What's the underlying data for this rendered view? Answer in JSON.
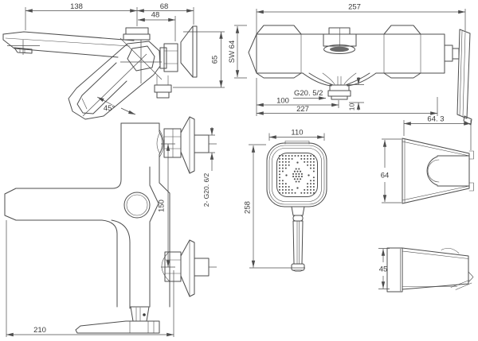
{
  "drawing": {
    "background": "#ffffff",
    "line_color": "#4d4d4d",
    "text_color": "#3a3a3a",
    "views": {
      "faucet_side": {
        "d138": "138",
        "d68": "68",
        "d48": "48",
        "d65": "65",
        "angle": "45°"
      },
      "mixer_front": {
        "d257": "257",
        "sw64": "SW 64",
        "thread": "G20. 5/2",
        "d100": "100",
        "d227": "227",
        "d10": "10"
      },
      "mixer_side": {
        "thread": "2- G20. 6/2",
        "d150": "150",
        "d210": "210"
      },
      "hand_shower": {
        "d110": "110",
        "d258": "258"
      },
      "bracket_front": {
        "d64_3": "64. 3",
        "d64": "64"
      },
      "bracket_side": {
        "d45": "45"
      }
    }
  }
}
